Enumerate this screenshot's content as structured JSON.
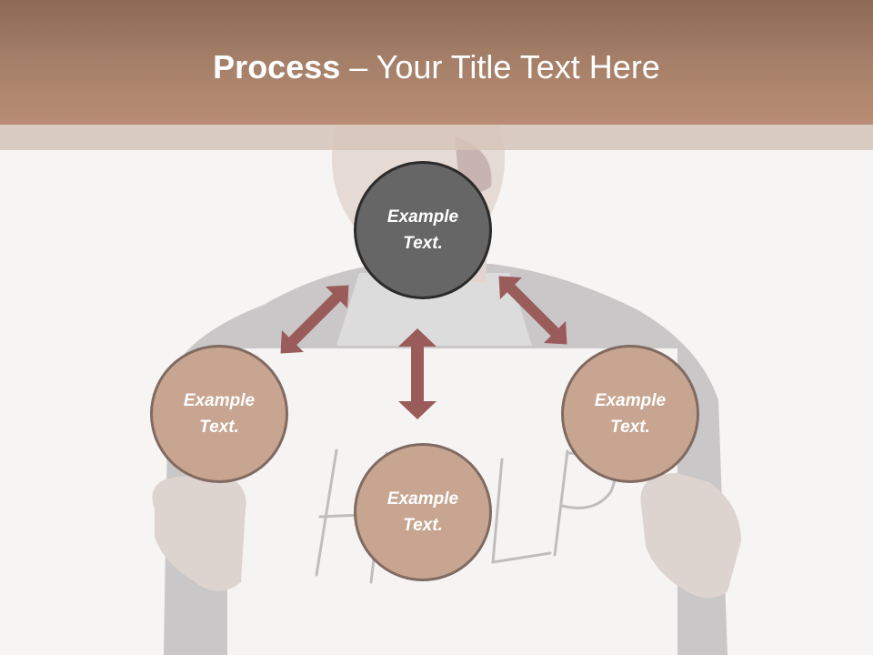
{
  "header": {
    "title_bold": "Process",
    "title_sep": " – ",
    "title_rest": "Your Title Text Here"
  },
  "background": {
    "sign_text": "HELP"
  },
  "diagram": {
    "nodes": [
      {
        "id": "top",
        "text": "Example Text.",
        "style": "dark"
      },
      {
        "id": "left",
        "text": "Example Text.",
        "style": "light"
      },
      {
        "id": "right",
        "text": "Example Text.",
        "style": "light"
      },
      {
        "id": "bottom",
        "text": "Example Text.",
        "style": "light"
      }
    ]
  },
  "colors": {
    "header": "#a47e67",
    "arrow": "#9a5b5b",
    "node_dark": "#666666",
    "node_light": "#c8a591",
    "node_border": "#806a62"
  }
}
